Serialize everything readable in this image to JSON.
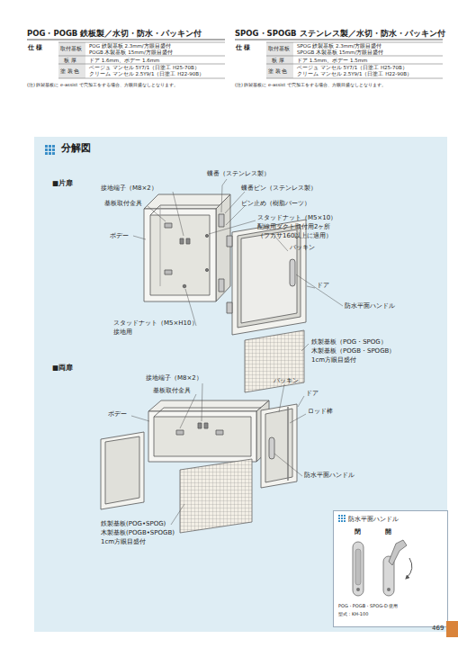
{
  "diagram": {
    "nodes": [
      {
        "text": [
          "分解図"
        ]
      },
      {
        "text": [
          "防水平面ハンドル"
        ],
        "in": 0
      }
    ],
    "labels": [
      "POG・POGB 鉄板製／水切・防水・パッキン付",
      "仕 様",
      "取付基板",
      "POG 鉄製基板 2.3mm/方眼目盛付",
      "POGB 木製基板 15mm/方眼目盛付",
      "板 厚",
      "ドア 1.6mm、ボデー 1.6mm",
      "塗 装 色",
      "ベージュ マンセル 5Y7/1（日塗工 H25-70B）",
      "クリーム マンセル 2.5Y9/1（日塗工 H22-90B）",
      "(注) 鉄製基板に e-assist で穴加工をする場合、方眼目盛なしとなります。",
      "SPOG・SPOGB ステンレス製／水切・防水・パッキン付",
      "仕 様",
      "取付基板",
      "SPOG 鉄製基板 2.3mm/方眼目盛付",
      "SPOGB 木製基板 15mm/方眼目盛付",
      "板 厚",
      "ドア 1.5mm、ボデー 1.5mm",
      "塗 装 色",
      "ベージュ マンセル 5Y7/1（日塗工 H25-70B）",
      "クリーム マンセル 2.5Y9/1（日塗工 H22-90B）",
      "(注) 鉄製基板に e-assist で穴加工をする場合、方眼目盛なしとなります。",
      "■片扉",
      "蝶番（ステンレス製）",
      "接地端子（M8×2）",
      "蝶番ピン（ステンレス製）",
      "基板取付金具",
      "ピン止め（樹脂パーツ）",
      "スタッドナット（M5×10）",
      "配線用ダクト取付用2ヶ所",
      "（フカサ160以上に適用）",
      "ボデー",
      "パッキン",
      "ドア",
      "防水平面ハンドル",
      "スタッドナット（M5×H10）",
      "接地用",
      "鉄製基板（POG・SPOG）",
      "木製基板（POGB・SPOGB）",
      "1cm方眼目盛付",
      "■両扉",
      "接地端子（M8×2）",
      "パッキン",
      "基板取付金具",
      "ドア",
      "ボデー",
      "ロッド棒",
      "防水平面ハンドル",
      "鉄製基板(POG•SPOG)",
      "木製基板(POGB•SPOGB)",
      "1cm方眼目盛付",
      "閉",
      "開",
      "POG・POGB・SPOG-D 使用",
      "型式：KH-100",
      "469"
    ]
  }
}
